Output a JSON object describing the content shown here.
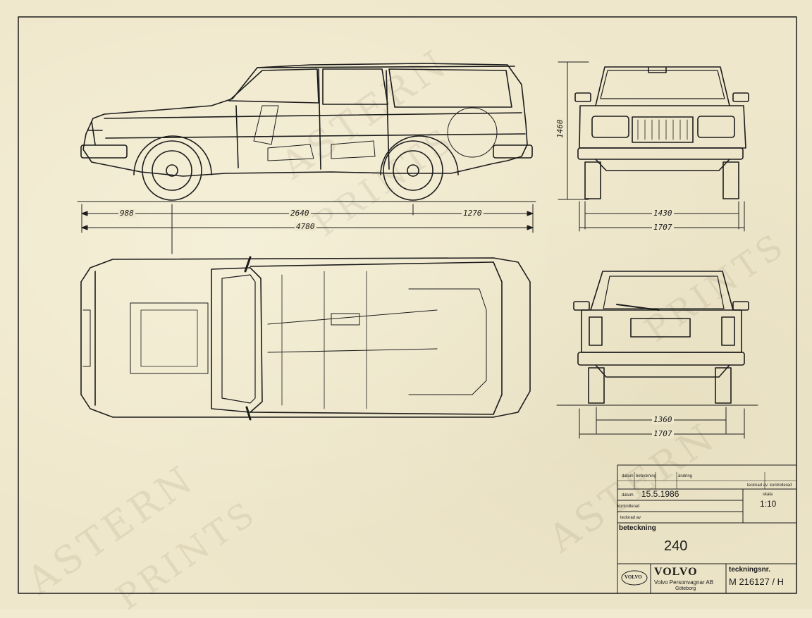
{
  "watermark": {
    "line1": "ASTERN",
    "line2": "PRINTS"
  },
  "dimensions": {
    "front_overhang": "988",
    "wheelbase": "2640",
    "rear_overhang": "1270",
    "overall_length": "4780",
    "height": "1460",
    "front_track": "1430",
    "front_width": "1707",
    "rear_track": "1360",
    "rear_width": "1707"
  },
  "title_block": {
    "rev_headers": [
      "datum",
      "beteckning",
      "ändring"
    ],
    "rev_right_headers": [
      "tecknad av",
      "kontrollerad"
    ],
    "datum_label": "datum",
    "datum_value": "15.5.1986",
    "kontrollerad_label": "kontrollerad",
    "tecknad_label": "tecknad av",
    "skala_label": "skala",
    "skala_value": "1:10",
    "beteckning_label": "beteckning",
    "beteckning_value": "240",
    "brand": "VOLVO",
    "company": "Volvo Personvagnar AB",
    "city": "Göteborg",
    "teckningsnr_label": "teckningsnr.",
    "teckningsnr_value": "M 216127 / H"
  },
  "colors": {
    "paper": "#efe7cb",
    "ink": "#1c1c1c"
  }
}
